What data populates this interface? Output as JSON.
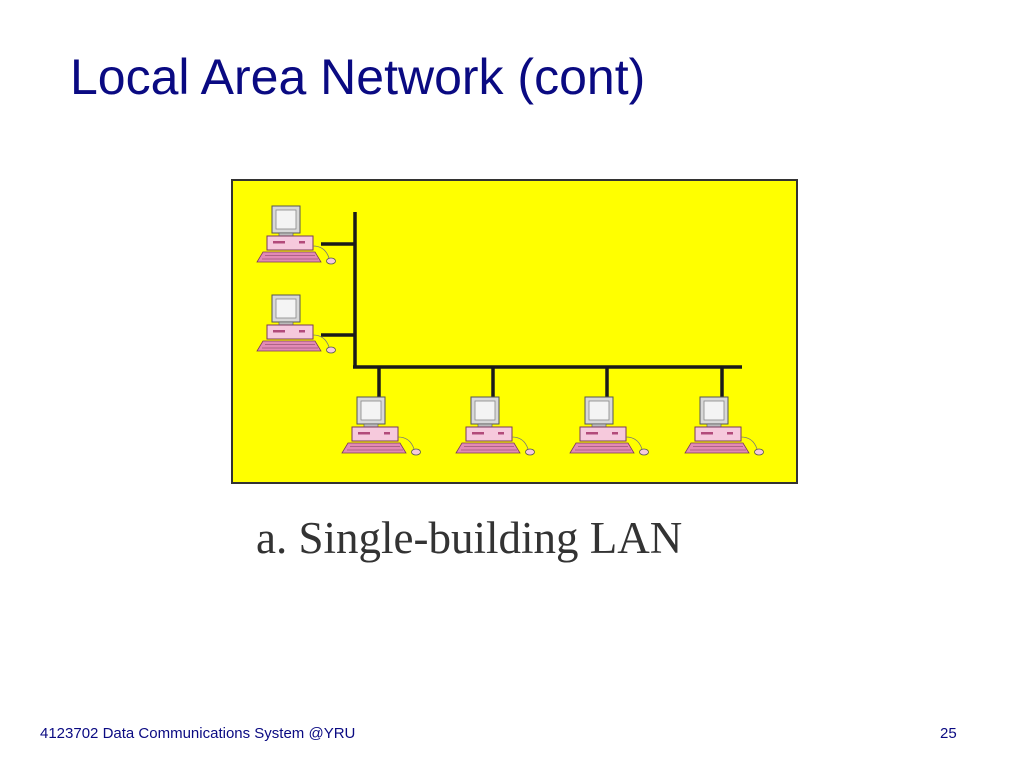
{
  "slide": {
    "title": "Local Area Network (cont)",
    "caption": "a. Single-building LAN",
    "footer_text": "4123702 Data Communications System @YRU",
    "page_number": "25"
  },
  "diagram": {
    "background_color": "#ffff00",
    "cable_color": "#1a1a1a",
    "computer_accent_color": "#e28ab4",
    "computer_count": 6,
    "icon": "desktop-computer-icon"
  }
}
